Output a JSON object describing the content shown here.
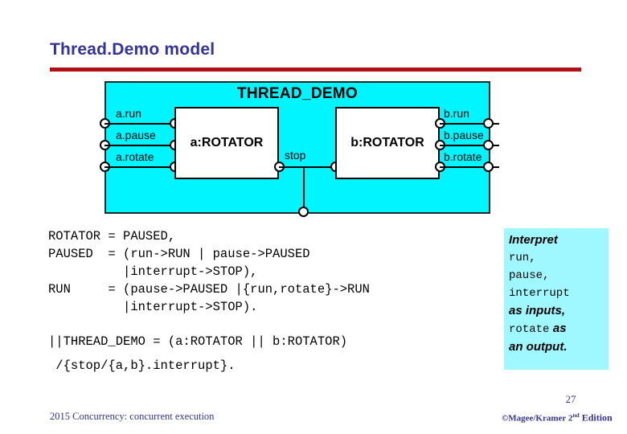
{
  "slide": {
    "title": "Thread.Demo model",
    "title_color": "#333399",
    "rule_color": "#b11116",
    "page_number": "27"
  },
  "diagram": {
    "title": "THREAD_DEMO",
    "background_color": "#00F5FF",
    "components": [
      {
        "name": "a:ROTATOR"
      },
      {
        "name": "b:ROTATOR"
      }
    ],
    "left_ports": [
      {
        "label": "a.run"
      },
      {
        "label": "a.pause"
      },
      {
        "label": "a.rotate"
      }
    ],
    "right_ports": [
      {
        "label": "b.run"
      },
      {
        "label": "b.pause"
      },
      {
        "label": "b.rotate"
      }
    ],
    "internal_link": {
      "label": "stop"
    }
  },
  "code": {
    "lines": [
      "ROTATOR = PAUSED,",
      "PAUSED  = (run->RUN | pause->PAUSED",
      "          |interrupt->STOP),",
      "RUN     = (pause->PAUSED |{run,rotate}->RUN",
      "          |interrupt->STOP)."
    ],
    "tail_lines": [
      "||THREAD_DEMO = (a:ROTATOR || b:ROTATOR)",
      " /{stop/{a,b}.interrupt}."
    ]
  },
  "interpret": {
    "background_color": "#9FF7FF",
    "line1_em": "Interpret",
    "line2_mono": "run,",
    "line3_mono": "pause,",
    "line4_mono": "interrupt",
    "line5_em": "as inputs,",
    "line6_mono": "rotate",
    "line6_em": "as",
    "line7_em": "an output."
  },
  "footer": {
    "left": "2015  Concurrency: concurrent execution",
    "copyright": "©Magee/Kramer ",
    "edition_num": "2",
    "edition_sup": "nd",
    "edition_word": " Edition"
  }
}
